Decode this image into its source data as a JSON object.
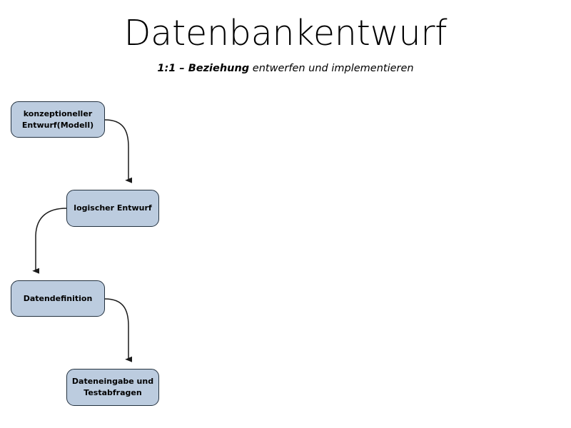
{
  "slide": {
    "background_color": "#ffffff",
    "title": "Datenbankentwurf",
    "subtitle": {
      "emphasis": "1:1 – Beziehung",
      "rest": " entwerfen und implementieren"
    }
  },
  "diagram": {
    "type": "flowchart",
    "orientation": "top-to-bottom zig-zag",
    "node_fill_color": "#bcccdf",
    "node_border_color": "#23313f",
    "connector_color": "#1a1a1a",
    "nodes": [
      {
        "id": "konzeptioneller-entwurf",
        "label": "konzeptioneller Entwurf(Modell)",
        "line1": "konzeptioneller",
        "line2": "Entwurf(Modell)",
        "step": 1
      },
      {
        "id": "logischer-entwurf",
        "label": "logischer Entwurf",
        "line1": "logischer Entwurf",
        "line2": "",
        "step": 2
      },
      {
        "id": "datendefinition",
        "label": "Datendefinition",
        "line1": "Datendefinition",
        "line2": "",
        "step": 3
      },
      {
        "id": "dateneingabe-testabfragen",
        "label": "Dateneingabe und Testabfragen",
        "line1": "Dateneingabe und",
        "line2": "Testabfragen",
        "step": 4
      }
    ],
    "edges": [
      {
        "id": "edge-1",
        "from": "konzeptioneller-entwurf",
        "to": "logischer-entwurf",
        "from_side": "right",
        "to_side": "top",
        "arrowhead": "filled-triangle"
      },
      {
        "id": "edge-2",
        "from": "logischer-entwurf",
        "to": "datendefinition",
        "from_side": "left",
        "to_side": "top",
        "arrowhead": "filled-triangle"
      },
      {
        "id": "edge-3",
        "from": "datendefinition",
        "to": "dateneingabe-testabfragen",
        "from_side": "right",
        "to_side": "top",
        "arrowhead": "filled-triangle"
      }
    ]
  }
}
